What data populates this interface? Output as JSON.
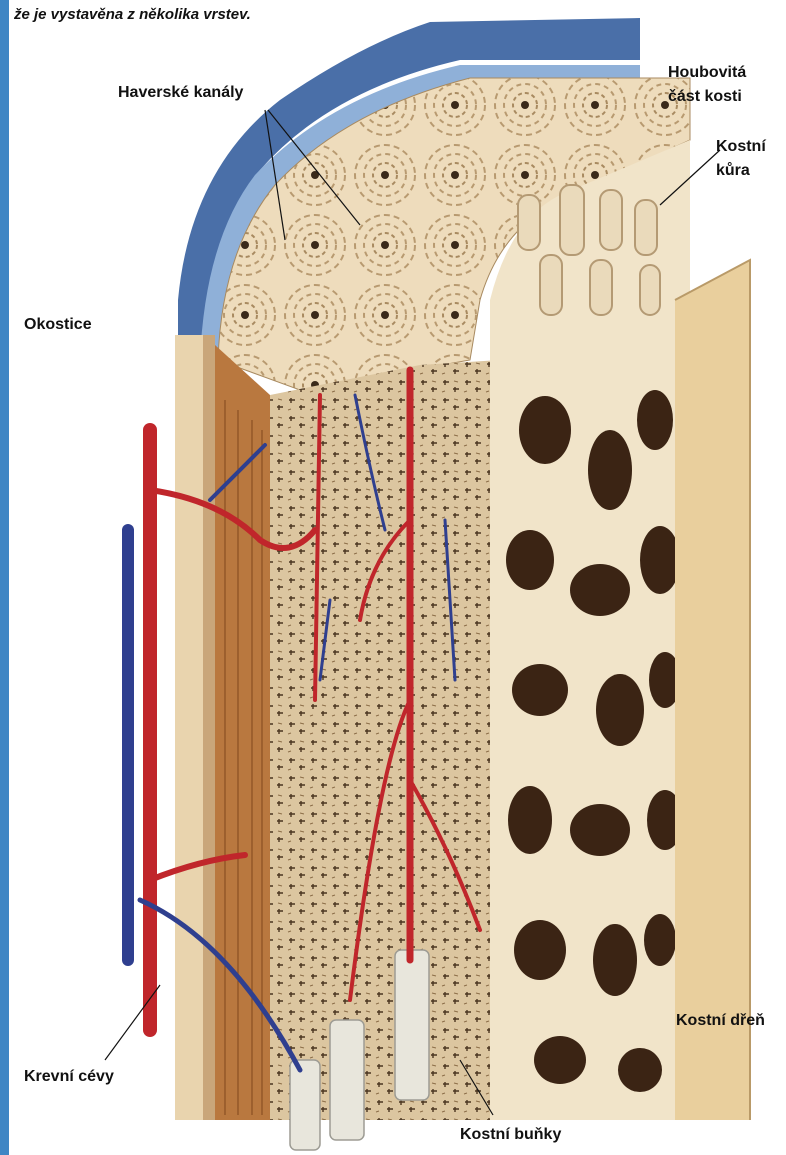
{
  "caption": "že je vystavěna z několika vrstev.",
  "labels": {
    "haversian": "Haverské kanály",
    "spongy_1": "Houbovitá",
    "spongy_2": "část kosti",
    "cortex_1": "Kostní",
    "cortex_2": "kůra",
    "periosteum": "Okostice",
    "vessels": "Krevní cévy",
    "marrow": "Kostní dřeň",
    "cells": "Kostní buňky"
  },
  "colors": {
    "accent_edge": "#3f86c4",
    "periosteum_blue": "#4a6fa8",
    "bone_tan": "#e8d3b0",
    "artery_red": "#c0262b",
    "vein_blue": "#2f3f8f",
    "marrow_brown": "#b9783f",
    "text": "#111111"
  }
}
